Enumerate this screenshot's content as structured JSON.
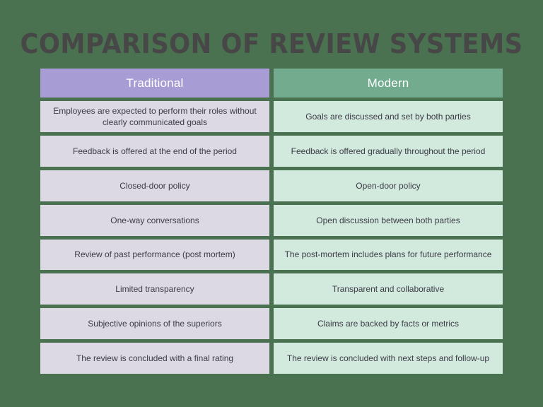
{
  "page": {
    "title": "COMPARISON OF REVIEW SYSTEMS",
    "background_color": "#4a7150",
    "title_color": "#474747"
  },
  "table": {
    "columns": [
      {
        "label": "Traditional",
        "header_color": "#a79dd4",
        "cell_color": "#dcd9e5"
      },
      {
        "label": "Modern",
        "header_color": "#72ab8e",
        "cell_color": "#d2e9dd"
      }
    ],
    "rows": [
      {
        "traditional": "Employees are expected to perform their roles without clearly communicated goals",
        "modern": "Goals are discussed and set by both parties"
      },
      {
        "traditional": "Feedback is offered at the end of the period",
        "modern": "Feedback is offered gradually throughout the period"
      },
      {
        "traditional": "Closed-door policy",
        "modern": "Open-door policy"
      },
      {
        "traditional": "One-way conversations",
        "modern": "Open discussion between both parties"
      },
      {
        "traditional": "Review of past performance (post mortem)",
        "modern": "The post-mortem includes plans for future performance"
      },
      {
        "traditional": "Limited transparency",
        "modern": "Transparent and collaborative"
      },
      {
        "traditional": "Subjective opinions of the superiors",
        "modern": "Claims are backed by facts or metrics"
      },
      {
        "traditional": "The review is concluded with a final rating",
        "modern": "The review is concluded with next steps and follow-up"
      }
    ]
  }
}
